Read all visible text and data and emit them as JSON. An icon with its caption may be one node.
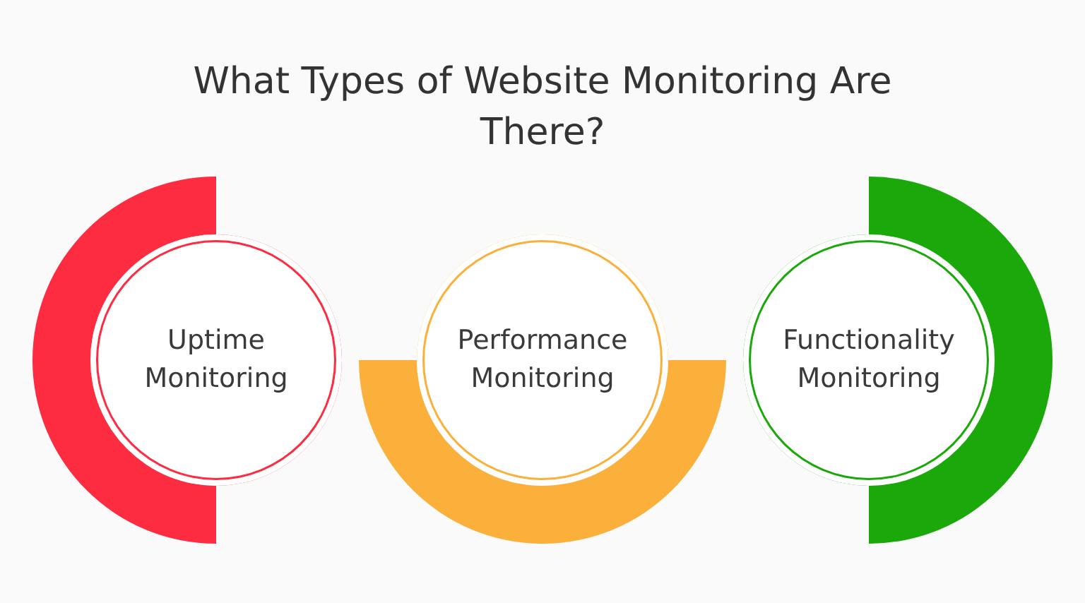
{
  "diagram": {
    "title": "What Types of Website Monitoring Are There?",
    "nodes": [
      {
        "text": [
          "Uptime Monitoring"
        ]
      },
      {
        "text": [
          "Performance Monitoring"
        ]
      },
      {
        "text": [
          "Functionality Monitoring"
        ]
      }
    ],
    "edges": []
  }
}
